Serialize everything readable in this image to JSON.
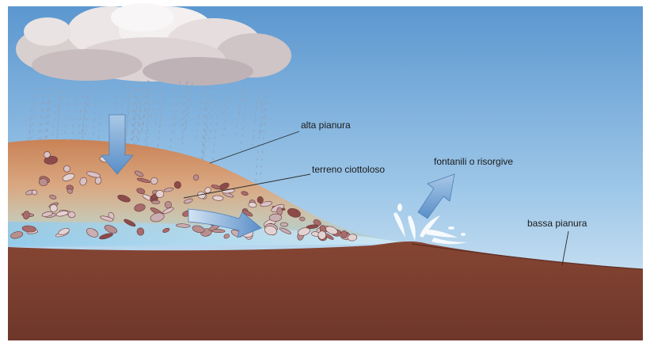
{
  "labels": {
    "high_plain": "alta pianura",
    "pebble_soil": "terreno ciottoloso",
    "springs": "fontanili o risorgive",
    "low_plain": "bassa pianura"
  },
  "colors": {
    "sky_top": "#5b97cf",
    "sky_bottom": "#d7e9f4",
    "soil": "#7a3e30",
    "high_plain_top": "#cf8d63",
    "groundwater": "#9fd0ea",
    "arrow": "#6f9fd0"
  },
  "icons": {
    "cloud": "cloud-icon",
    "rain": "rain-icon",
    "pebble": "pebble-icon",
    "arrow": "arrow-icon"
  }
}
